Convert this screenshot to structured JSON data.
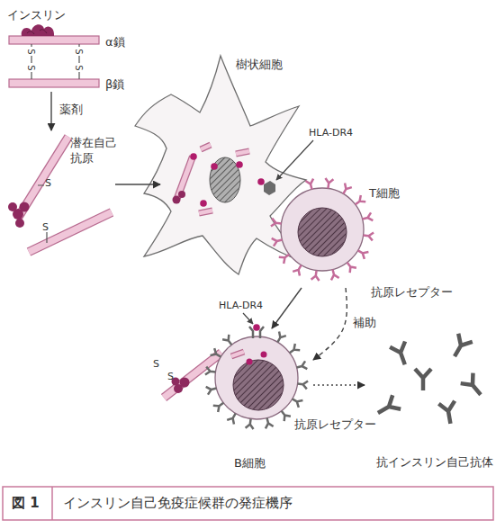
{
  "diagram": {
    "caption": "インスリン自己免疫症候群の発症機序",
    "nodes": [
      {
        "text": [
          "インスリン"
        ]
      },
      {
        "text": [
          "潜在自己 抗原"
        ]
      },
      {
        "text": [
          "樹状細胞"
        ]
      },
      {
        "text": [
          "T細胞"
        ]
      },
      {
        "text": [
          "B細胞"
        ]
      },
      {
        "text": [
          "抗インスリン自己抗体"
        ]
      }
    ],
    "edges": [
      {
        "from": 0,
        "to": 1,
        "arrow": "to",
        "label": "薬剤"
      },
      {
        "from": 1,
        "to": 2,
        "arrow": "to"
      },
      {
        "from": 3,
        "to": 4,
        "arrow": "to"
      },
      {
        "from": 3,
        "to": 4,
        "arrow": "to",
        "label": "補助"
      },
      {
        "from": 4,
        "to": 5,
        "arrow": "to"
      }
    ],
    "labels": [
      "α鎖",
      "β鎖",
      "S",
      "S",
      "S",
      "S",
      "S",
      "S",
      "HLA-DR4",
      "抗原レセプター",
      "HLA-DR4",
      "S",
      "S",
      "抗原レセプター",
      "図 1"
    ]
  }
}
